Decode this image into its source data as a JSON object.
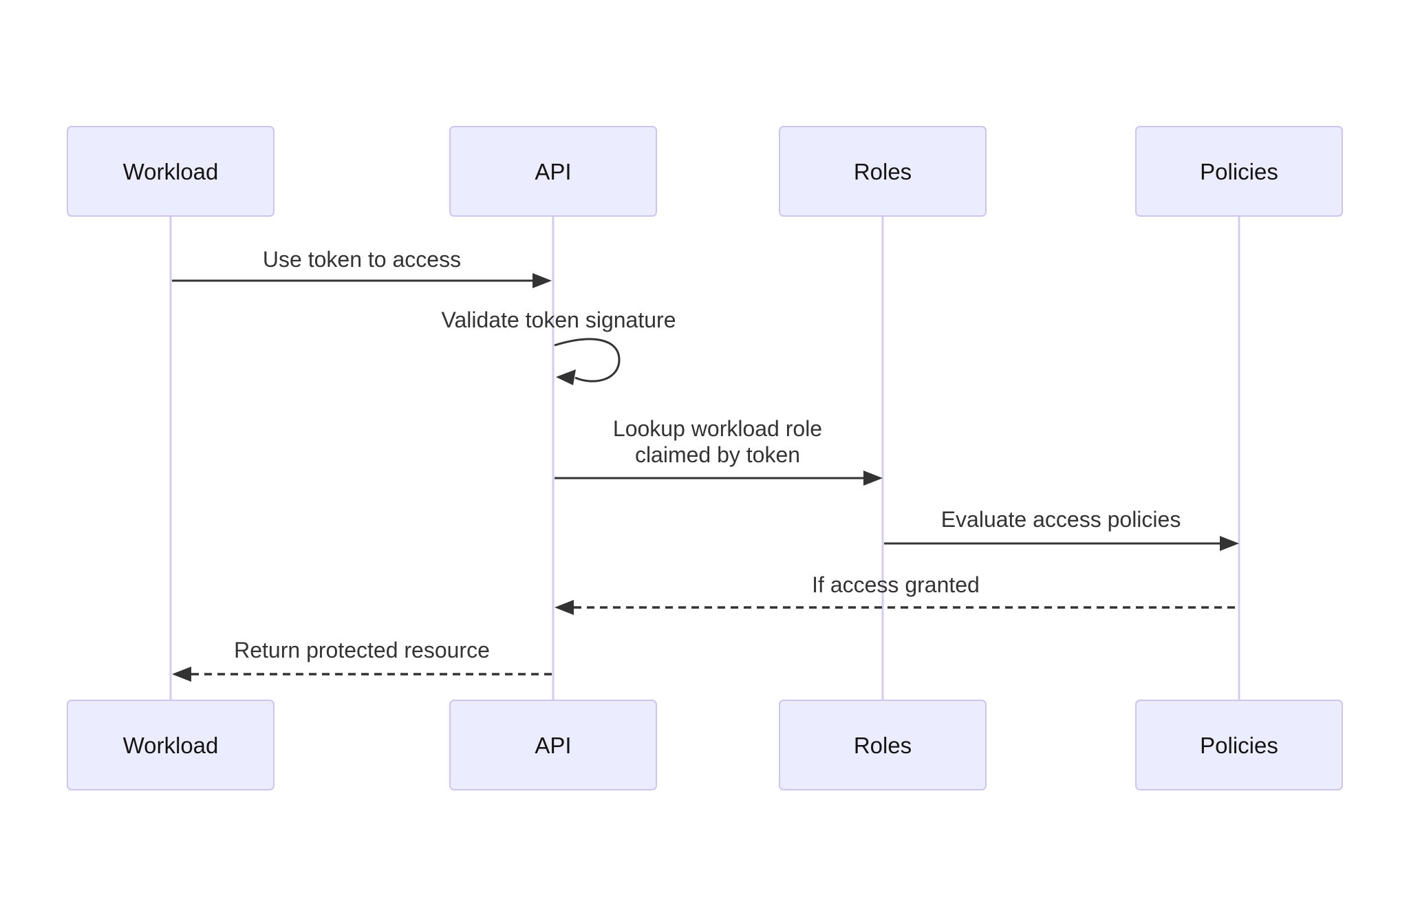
{
  "diagram": {
    "type": "sequence-diagram",
    "participants": [
      {
        "id": "workload",
        "label": "Workload"
      },
      {
        "id": "api",
        "label": "API"
      },
      {
        "id": "roles",
        "label": "Roles"
      },
      {
        "id": "policies",
        "label": "Policies"
      }
    ],
    "messages": [
      {
        "index": 1,
        "from": "Workload",
        "to": "API",
        "style": "solid",
        "text": "Use token to access"
      },
      {
        "index": 2,
        "from": "API",
        "to": "API",
        "style": "self",
        "text": "Validate token signature"
      },
      {
        "index": 3,
        "from": "API",
        "to": "Roles",
        "style": "solid",
        "text": "Lookup workload role claimed by token",
        "lines": [
          "Lookup workload role",
          "claimed by token"
        ]
      },
      {
        "index": 4,
        "from": "Roles",
        "to": "Policies",
        "style": "solid",
        "text": "Evaluate access policies"
      },
      {
        "index": 5,
        "from": "Policies",
        "to": "API",
        "style": "dashed",
        "text": "If access granted"
      },
      {
        "index": 6,
        "from": "API",
        "to": "Workload",
        "style": "dashed",
        "text": "Return protected resource"
      }
    ],
    "colors": {
      "background": "#ffffff",
      "actor_fill": "#ECECFF",
      "actor_border": "#CFC4EC",
      "actor_text": "#141414",
      "lifeline": "#D5CCEC",
      "message_line": "#333333",
      "message_text": "#333333"
    }
  }
}
